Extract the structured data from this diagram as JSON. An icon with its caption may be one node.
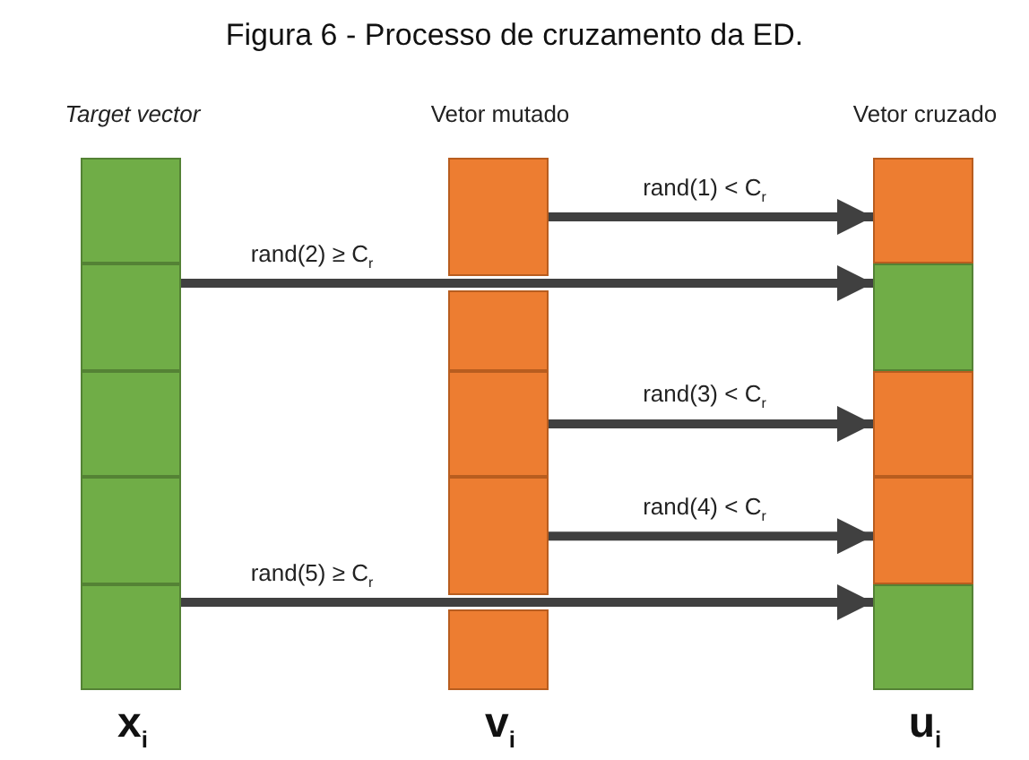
{
  "diagram": {
    "title": "Figura 6 - Processo de cruzamento da ED.",
    "nodes": [
      {
        "text": [
          "Target vector",
          "x$_{i}$"
        ]
      },
      {
        "text": [],
        "shape": "box",
        "in": 0
      },
      {
        "text": [],
        "shape": "box",
        "in": 0
      },
      {
        "text": [],
        "shape": "box",
        "in": 0
      },
      {
        "text": [],
        "shape": "box",
        "in": 0
      },
      {
        "text": [],
        "shape": "box",
        "in": 0
      },
      {
        "text": [
          "Vetor mutado",
          "v$_{i}$"
        ]
      },
      {
        "text": [],
        "shape": "box",
        "in": 6
      },
      {
        "text": [],
        "shape": "box",
        "in": 6
      },
      {
        "text": [],
        "shape": "box",
        "in": 6
      },
      {
        "text": [],
        "shape": "box",
        "in": 6
      },
      {
        "text": [],
        "shape": "box",
        "in": 6
      },
      {
        "text": [
          "Vetor cruzado",
          "u$_{i}$"
        ]
      },
      {
        "text": [],
        "shape": "box",
        "in": 12
      },
      {
        "text": [],
        "shape": "box",
        "in": 12
      },
      {
        "text": [],
        "shape": "box",
        "in": 12
      },
      {
        "text": [],
        "shape": "box",
        "in": 12
      },
      {
        "text": [],
        "shape": "box",
        "in": 12
      }
    ],
    "edges": [
      {
        "from": 7,
        "to": 13,
        "arrow": "to",
        "label": "rand(1) < C$_{r}$"
      },
      {
        "from": 2,
        "to": 14,
        "arrow": "to",
        "label": "rand(2) ≥ C$_{r}$"
      },
      {
        "from": 9,
        "to": 15,
        "arrow": "to",
        "label": "rand(3) < C$_{r}$"
      },
      {
        "from": 10,
        "to": 16,
        "arrow": "to",
        "label": "rand(4) < C$_{r}$"
      },
      {
        "from": 5,
        "to": 17,
        "arrow": "to",
        "label": "rand(5) ≥ C$_{r}$"
      }
    ]
  }
}
